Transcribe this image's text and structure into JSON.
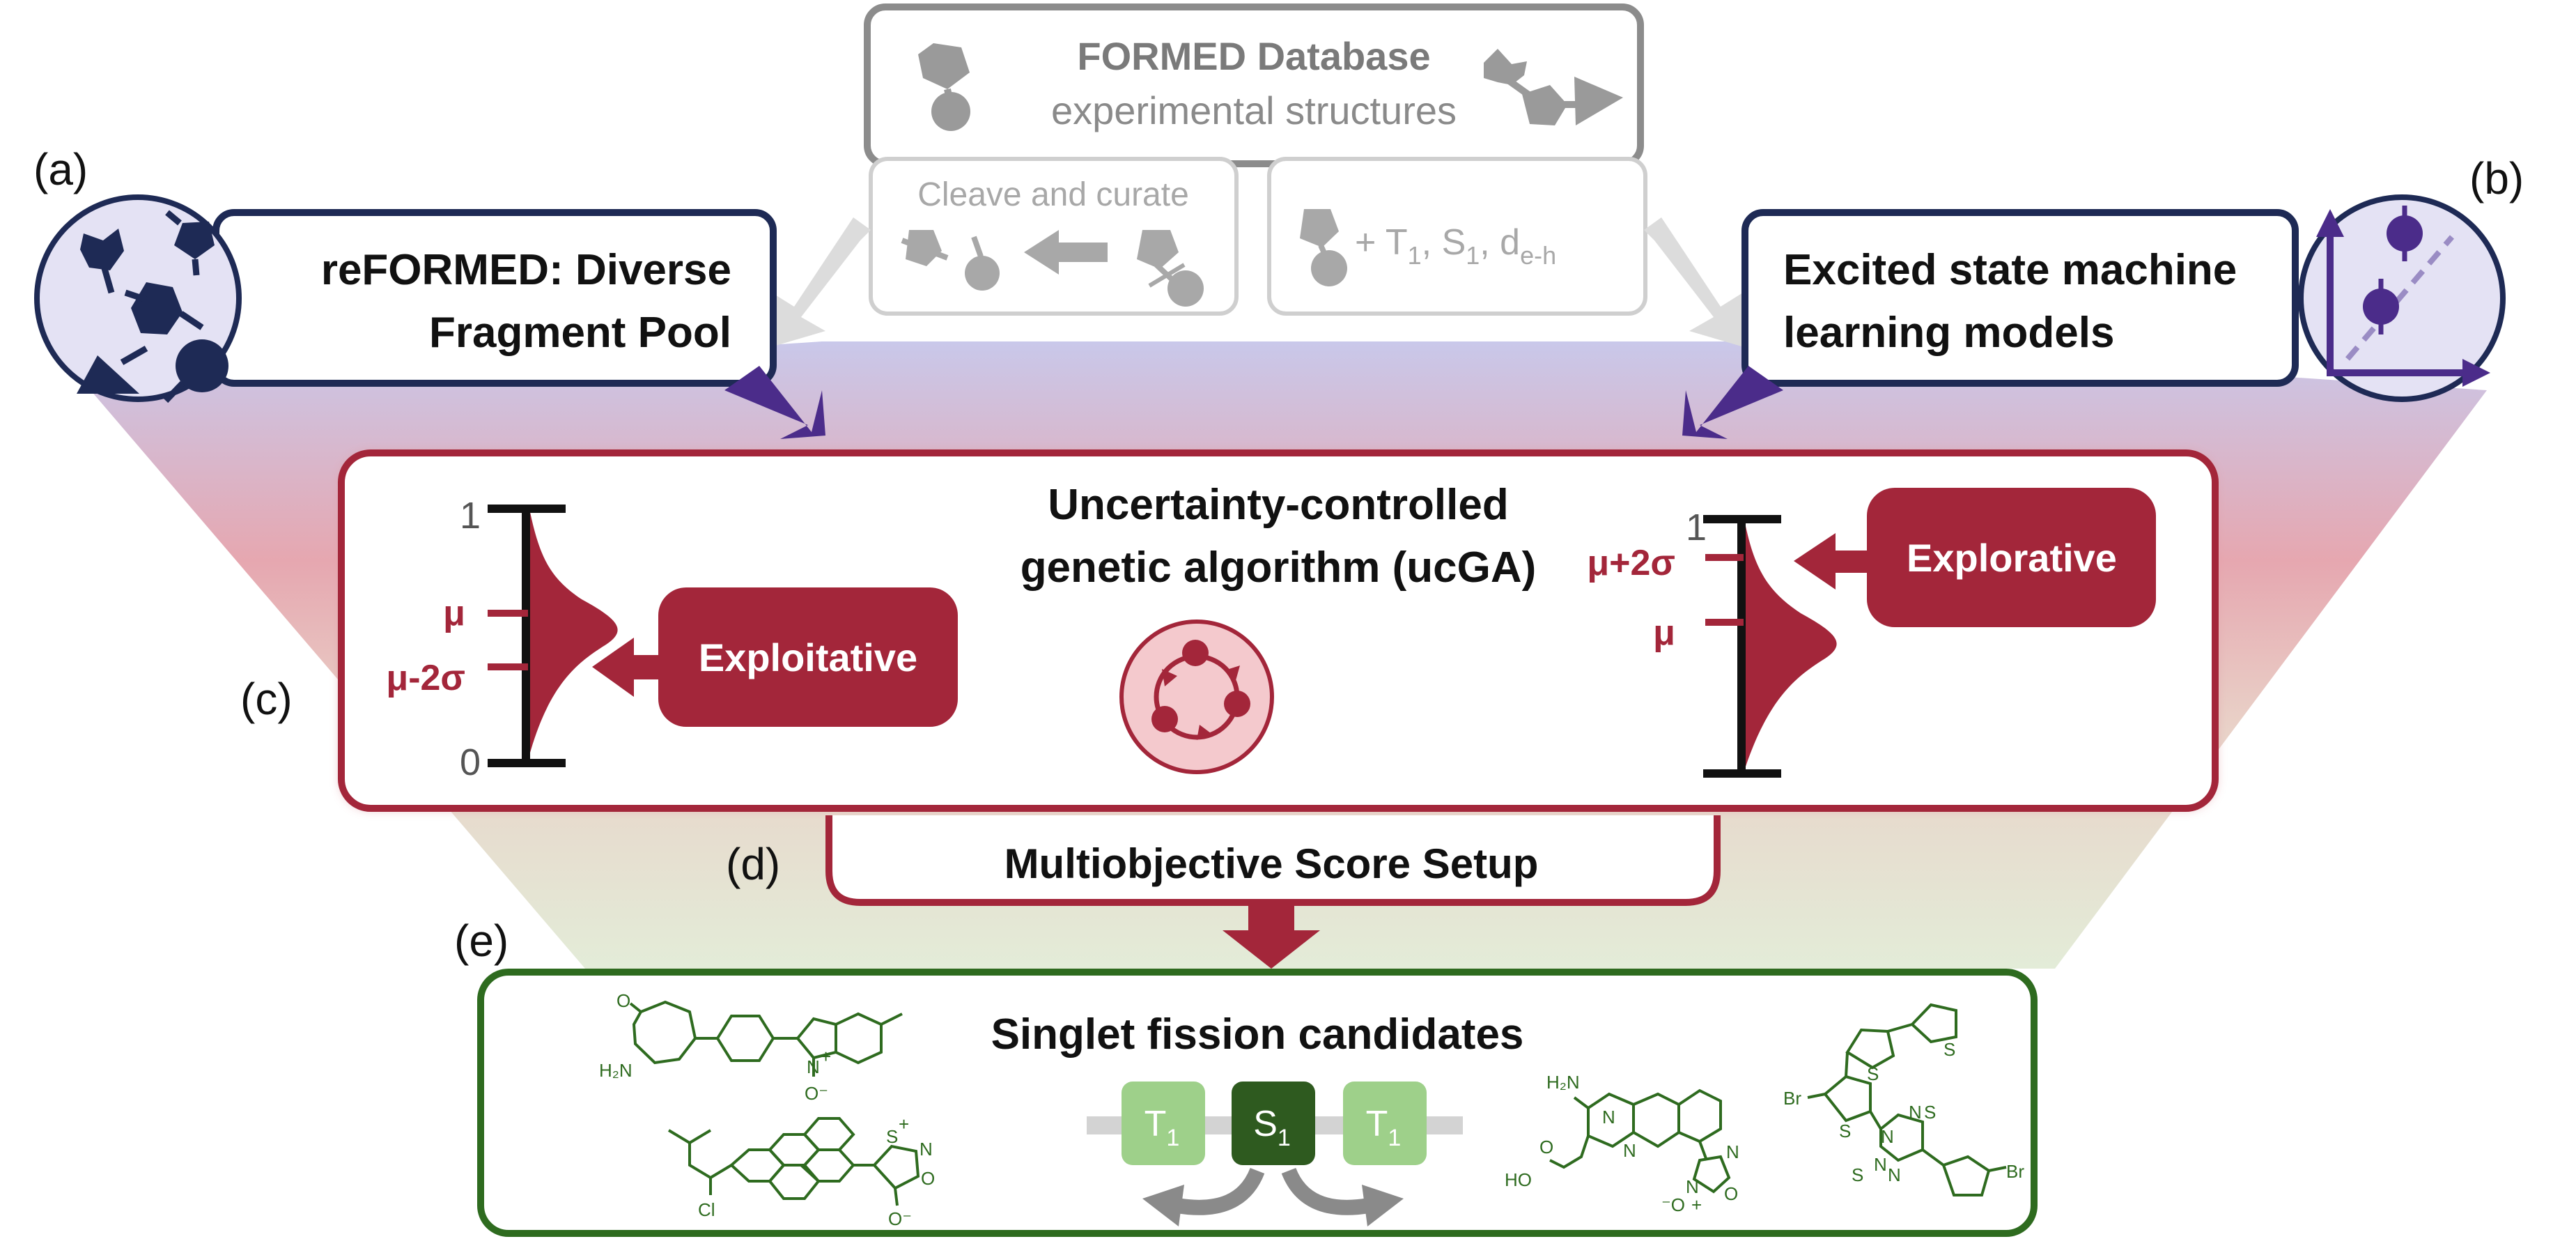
{
  "panel_labels": {
    "a": "(a)",
    "b": "(b)",
    "c": "(c)",
    "d": "(d)",
    "e": "(e)"
  },
  "database": {
    "title": "FORMED Database",
    "subtitle": "experimental structures"
  },
  "cleave": {
    "label": "Cleave and curate"
  },
  "properties": {
    "prefix": "+ T",
    "sub1": "1",
    "mid1": ", S",
    "sub2": "1",
    "mid2": ", d",
    "sub3": "e-h"
  },
  "reformed": {
    "line1": "reFORMED: Diverse",
    "line2": "Fragment Pool"
  },
  "ml_models": {
    "line1": "Excited state machine",
    "line2": "learning models"
  },
  "ucga": {
    "line1": "Uncertainty-controlled",
    "line2": "genetic algorithm (ucGA)",
    "left_scale": {
      "top": "1",
      "bottom": "0",
      "mu": "μ",
      "mu_minus": "μ-2σ",
      "button": "Exploitative"
    },
    "right_scale": {
      "top": "1",
      "mu_plus": "μ+2σ",
      "mu": "μ",
      "button": "Explorative"
    }
  },
  "score_setup": {
    "label": "Multiobjective Score Setup"
  },
  "candidates": {
    "title": "Singlet fission candidates",
    "states": {
      "t1_left": "T",
      "s1": "S",
      "t1_right": "T",
      "sub": "1"
    },
    "molecule_labels": {
      "m1_o": "O",
      "m1_h2n": "H₂N",
      "m1_n": "N",
      "m1_plus": "+",
      "m1_o_minus": "O⁻",
      "m2_cl": "Cl",
      "m2_s": "S",
      "m2_plus": "+",
      "m2_n": "N",
      "m2_o1": "O",
      "m2_o_minus": "O⁻",
      "m3_h2n": "H₂N",
      "m3_n1": "N",
      "m3_n2": "N",
      "m3_ho": "HO",
      "m3_o": "O",
      "m3_n3": "N",
      "m3_o_minus": "⁻O",
      "m3_plus": "+",
      "m3_n4": "N",
      "m3_o2": "O",
      "m4_br1": "Br",
      "m4_s1": "S",
      "m4_s2": "S",
      "m4_s3": "S",
      "m4_n1": "N",
      "m4_n2": "N",
      "m4_n3": "N",
      "m4_n4": "N",
      "m4_s4": "S",
      "m4_s5": "S",
      "m4_br2": "Br"
    }
  },
  "colors": {
    "navy": "#1e2a55",
    "crimson": "#a3263a",
    "green": "#2e6b1f",
    "gray": "#8c8c8c",
    "purple": "#4b2c8a",
    "lavender": "#e4e2f4"
  }
}
